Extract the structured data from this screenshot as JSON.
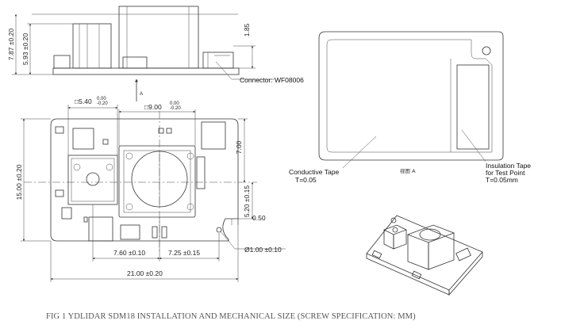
{
  "dims": {
    "h_total": "7.87 ±0.20",
    "h_body": "5.93 ±0.20",
    "h_conn": "1.85",
    "w_small": "□5.40",
    "tol_small_up": "0.00",
    "tol_small_dn": "-0.20",
    "w_big": "□9.00",
    "tol_big_up": "0.00",
    "tol_big_dn": "-0.20",
    "h_7": "7.00",
    "h_15": "15.00 ±0.20",
    "h_520": "5.20 ±0.15",
    "w_050": "0.50",
    "hole": "Ø1.00 ±0.10",
    "w_760": "7.60 ±0.10",
    "w_725": "7.25 ±0.15",
    "w_21": "21.00 ±0.20"
  },
  "labels": {
    "connector": "Connector: WF08006",
    "view_arrow": "A",
    "conductive_tape": "Conductive Tape",
    "conductive_thk": "T=0.05",
    "view_a": "视图 A",
    "insulation_1": "Insulation Tape",
    "insulation_2": "for Test Point",
    "insulation_thk": "T=0.05mm"
  },
  "caption": "FIG 1 YDLIDAR SDM18 INSTALLATION AND MECHANICAL SIZE (SCREW SPECIFICATION: MM)"
}
